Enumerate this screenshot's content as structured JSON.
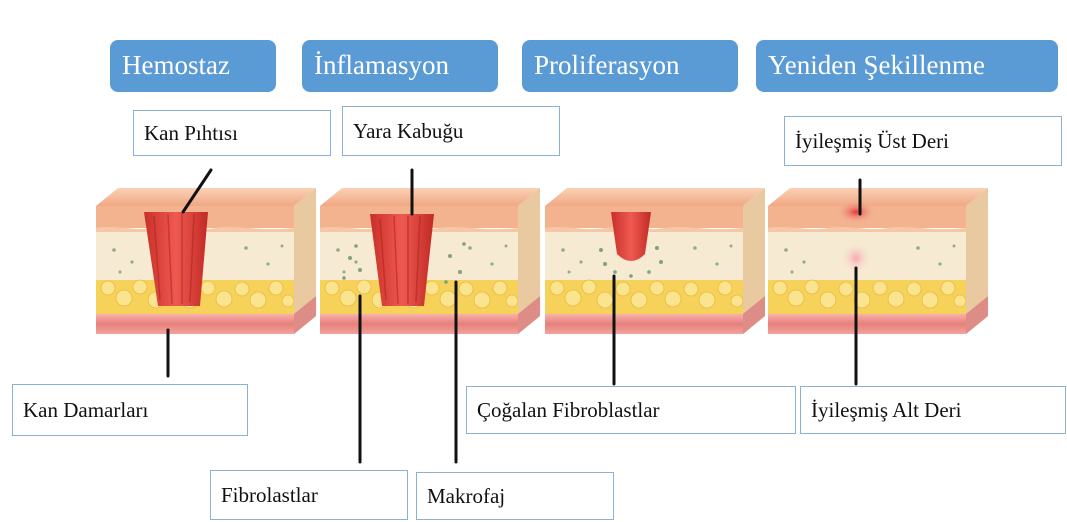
{
  "stages": [
    {
      "label": "Hemostaz"
    },
    {
      "label": "İnflamasyon"
    },
    {
      "label": "Proliferasyon"
    },
    {
      "label": "Yeniden Şekillenme"
    }
  ],
  "labels": {
    "kan_pihtisi": "Kan Pıhtısı",
    "yara_kabugu": "Yara Kabuğu",
    "iyilesmis_ust_deri": "İyileşmiş Üst Deri",
    "kan_damarlari": "Kan Damarları",
    "cogalan_fibroblastlar": "Çoğalan Fibroblastlar",
    "iyilesmis_alt_deri": "İyileşmiş Alt Deri",
    "fibrolastlar": "Fibrolastlar",
    "makrofaj": "Makrofaj"
  },
  "colors": {
    "tab": "#5b9bd5",
    "label_border": "#8ab0d6",
    "epidermis": "#f2b38e",
    "dermis": "#f7ead2",
    "fat": "#f6d25a",
    "vessel": "#e88a87",
    "wound": "#e0453f"
  }
}
